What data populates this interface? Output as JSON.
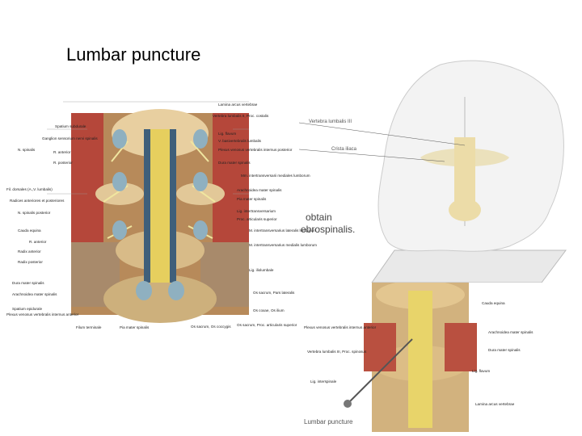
{
  "slide": {
    "title": "Lumbar puncture"
  },
  "figure_left": {
    "labels_left": [
      "Spatium subdurale",
      "Ganglion sensorium nervi spinalis",
      "N. spinalis",
      "R. anterior",
      "R. posterior",
      "Fil. dorsales (A.,V. lumbalis)",
      "Radices anteriores et posteriores",
      "N. spinalis posterior",
      "Cauda equina",
      "R. anterior",
      "Radix anterior",
      "Radix posterior",
      "Dura mater spinalis",
      "Arachnoidea mater spinalis",
      "Spatium epidurale",
      "Plexus venosus vertebralis internus anterior",
      "Filum terminale"
    ],
    "labels_right": [
      "Lamina arcus vertebrae",
      "Vertebra lumbalis II, Proc. costalis",
      "Lig. flavum",
      "V. basivertebralis lumbalis",
      "Plexus venosus vertebralis internus posterior",
      "Dura mater spinalis",
      "Mm. intertransversarii mediales lumborum",
      "Arachnoidea mater spinalis",
      "Pia mater spinalis",
      "Lig. intertransversarium",
      "Proc. articularis superior",
      "M. intertransversarius lateralis lumborum",
      "M. intertransversarius medialis lumborum",
      "Lig. iliolumbale",
      "Os sacrum, Pars lateralis",
      "Os coxae, Os ilium",
      "Os sacrum, Proc. articularis superior",
      "Pia mater spinalis",
      "Os sacrum, Os coccygis"
    ]
  },
  "figure_topright": {
    "labels": [
      "Vertebra lumbalis III",
      "Crista iliaca"
    ],
    "partial_text": [
      "obtain",
      "ebrospinalis."
    ]
  },
  "figure_bottomright": {
    "labels_left": [
      "Plexus venosus vertebralis internus anterior",
      "Vertebra lumbalis III, Proc. spinosus",
      "Lig. interspinale"
    ],
    "labels_right": [
      "Cauda equina",
      "Arachnoidea mater spinalis",
      "Dura mater spinalis",
      "Lig. flavum",
      "Lamina arcus vertebrae"
    ],
    "caption": "Lumbar puncture"
  }
}
